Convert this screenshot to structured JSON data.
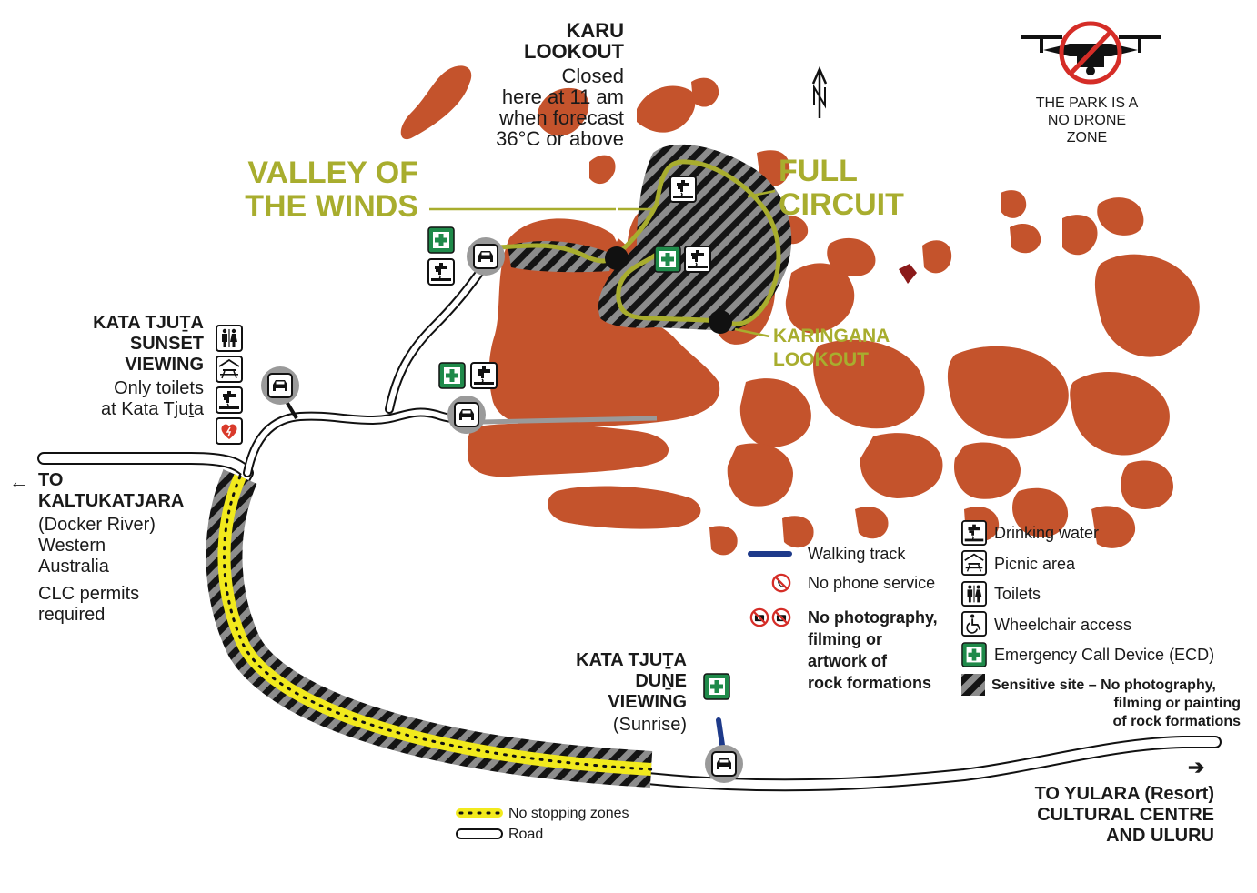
{
  "labels": {
    "karu": {
      "title": [
        "KARU",
        "LOOKOUT"
      ],
      "note": [
        "Closed",
        "here at 11 am",
        "when forecast",
        "36°C or above"
      ]
    },
    "valley": [
      "VALLEY OF",
      "THE WINDS"
    ],
    "full_circuit": [
      "FULL",
      "CIRCUIT"
    ],
    "karingana": [
      "KARINGANA",
      "LOOKOUT"
    ],
    "sunset": {
      "title": [
        "KATA TJUṮA",
        "SUNSET",
        "VIEWING"
      ],
      "note": [
        "Only toilets",
        "at Kata Tjuṯa"
      ]
    },
    "west": {
      "arrow": "←",
      "title": [
        "TO",
        "KALTUKATJARA"
      ],
      "note": [
        "(Docker River)",
        "Western",
        "Australia"
      ],
      "permit": [
        "CLC permits",
        "required"
      ]
    },
    "dune": {
      "title": [
        "KATA TJUṮA",
        "DUṈE",
        "VIEWING"
      ],
      "note": "(Sunrise)"
    },
    "yulara": {
      "arrow": "➔",
      "lines": [
        "TO YULARA (Resort)",
        "CULTURAL CENTRE",
        "AND ULURU"
      ]
    },
    "drone": [
      "THE PARK IS A",
      "NO DRONE",
      "ZONE"
    ]
  },
  "legend_left": {
    "walking": "Walking track",
    "no_phone": "No phone service",
    "no_photo": [
      "No photography,",
      "filming or",
      "artwork of",
      "rock formations"
    ]
  },
  "legend_right": {
    "water": "Drinking water",
    "picnic": "Picnic area",
    "toilets": "Toilets",
    "wheelchair": "Wheelchair access",
    "ecd": "Emergency Call Device (ECD)",
    "sensitive_bold": "Sensitive site",
    "sensitive_rest": " – No photography,",
    "sensitive_more": [
      "filming or painting",
      "of rock formations"
    ]
  },
  "legend_bottom": {
    "no_stopping": "No stopping zones",
    "road": "Road"
  },
  "colors": {
    "rock": "#c4532c",
    "trail_green": "#a8ad2e",
    "walking_blue": "#1e3a8a",
    "no_stop_yellow": "#f2ea1d",
    "ecd_green": "#1f8a4a",
    "grey": "#9a9a9a"
  },
  "icons": [
    "tap-icon",
    "car-icon",
    "first-aid-icon",
    "toilets-icon",
    "picnic-icon",
    "defibrillator-icon",
    "wheelchair-icon",
    "north-arrow-icon",
    "no-drone-icon",
    "no-phone-icon",
    "no-camera-icon"
  ]
}
